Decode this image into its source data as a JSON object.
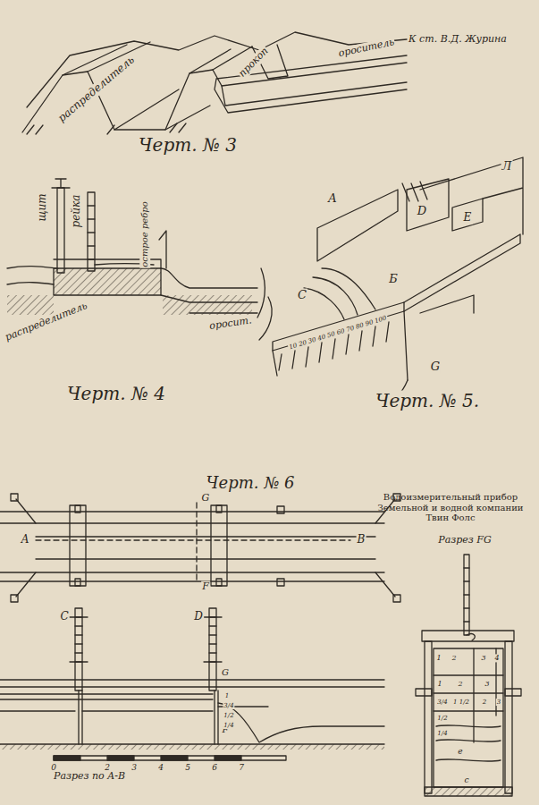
{
  "diagram": {
    "labels": [
      "К ст. В.Д. Журина",
      "распределитель",
      "прокоп",
      "ороситель",
      "Черт. № 3",
      "щит",
      "рейка",
      "острое ребро",
      "распределитель",
      "оросит.",
      "Черт. № 4",
      "A",
      "D",
      "E",
      "Л",
      "C",
      "Б",
      "10 20 30 40 50 60 70 80 90 100",
      "G",
      "Черт. № 5.",
      "Черт. № 6",
      "A",
      "B",
      "G",
      "F",
      "C",
      "D",
      "G",
      "F",
      "1",
      "3/4",
      "1/2",
      "1/4",
      "Разрез по A-B",
      "0",
      "2",
      "3",
      "4",
      "5",
      "6",
      "7",
      "Водоизмерительный прибор Земельной и водной компании Твин Фолс",
      "Разрез FG",
      "1",
      "2",
      "3",
      "4",
      "1",
      "2",
      "3",
      "3/4",
      "1 1/2",
      "2",
      "3",
      "1/2",
      "1/4",
      "e",
      "c"
    ]
  }
}
